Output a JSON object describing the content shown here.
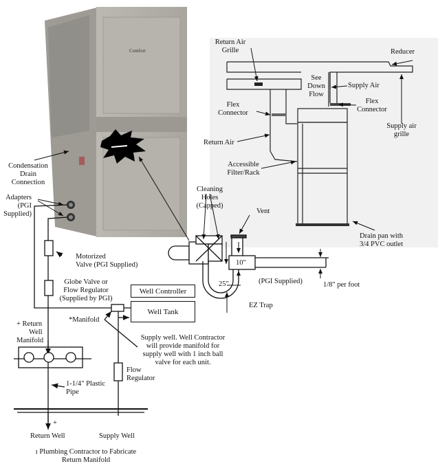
{
  "unit": {
    "brand_badge": "Comfort",
    "labels": {
      "condensation": [
        "Condensation",
        "Drain",
        "Connection"
      ],
      "adapters": [
        "Adapters",
        "(PGI",
        "Supplied)"
      ]
    }
  },
  "piping": {
    "motorized_valve": [
      "Motorized",
      "Valve (PGI Supplied)"
    ],
    "globe_valve": [
      "Globe Valve or",
      "Flow Regulator",
      "(Supplied by PGI)"
    ],
    "well_controller": "Well Controller",
    "well_tank": "Well Tank",
    "manifold": "*Manifold",
    "return_manifold": [
      "+ Return",
      "Well",
      "Manifold"
    ],
    "supply_note": [
      "Supply well. Well Contractor",
      "will provide manifold for",
      "supply well with 1 inch ball",
      "valve for each unit."
    ],
    "flow_regulator": [
      "Flow",
      "Regulator"
    ],
    "plastic_pipe": [
      "1-1/4\" Plastic",
      "Pipe"
    ],
    "plus_mark": "+",
    "return_well": "Return Well",
    "supply_well": "Supply Well",
    "footnote": [
      "ı Plumbing Contractor to Fabricate",
      "Return Manifold"
    ]
  },
  "ductwork": {
    "return_air_grille": [
      "Return Air",
      "Grille"
    ],
    "reducer": "Reducer",
    "see_down_flow": [
      "See",
      "Down",
      "Flow"
    ],
    "supply_air": "Supply Air",
    "flex_connector_left": [
      "Flex",
      "Connector"
    ],
    "flex_connector_right": [
      "Flex",
      "Connector"
    ],
    "supply_air_grille": [
      "Supply air",
      "grille"
    ],
    "return_air": "Return Air",
    "filter_rack": [
      "Accessible",
      "Filter/Rack"
    ],
    "drain_pan": [
      "Drain pan with",
      "3/4 PVC outlet"
    ]
  },
  "trap": {
    "cleaning_holes": [
      "Cleaning",
      "Holes",
      "(Capped)"
    ],
    "vent": "Vent",
    "dim_10": "10\"",
    "dim_25": "25\"",
    "pgi_supplied": "(PGI Supplied)",
    "slope": "1/8\" per foot",
    "ez_trap": "EZ Trap"
  }
}
